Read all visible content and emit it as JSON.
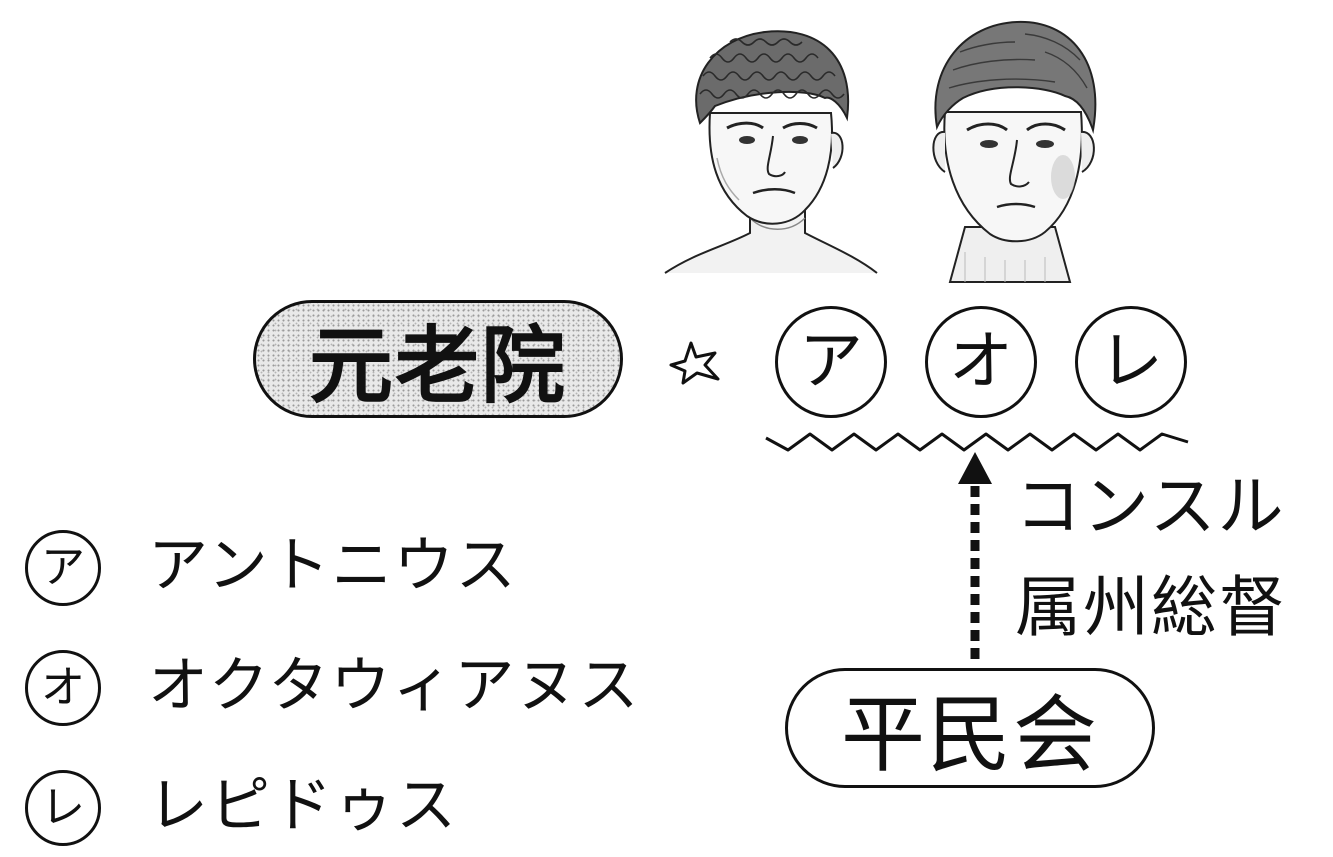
{
  "senate": {
    "label": "元老院"
  },
  "triumvirs": [
    {
      "mark": "ア"
    },
    {
      "mark": "オ"
    },
    {
      "mark": "レ"
    }
  ],
  "plebs": {
    "label": "平民会"
  },
  "arrow_labels": {
    "line1": "コンスル",
    "line2": "属州総督"
  },
  "legend": [
    {
      "mark": "ア",
      "name": "アントニウス"
    },
    {
      "mark": "オ",
      "name": "オクタウィアヌス"
    },
    {
      "mark": "レ",
      "name": "レピドゥス"
    }
  ],
  "icons": {
    "conflict": "clash-star-icon",
    "portrait_left": "antonius-portrait-icon",
    "portrait_right": "octavianus-portrait-icon"
  }
}
